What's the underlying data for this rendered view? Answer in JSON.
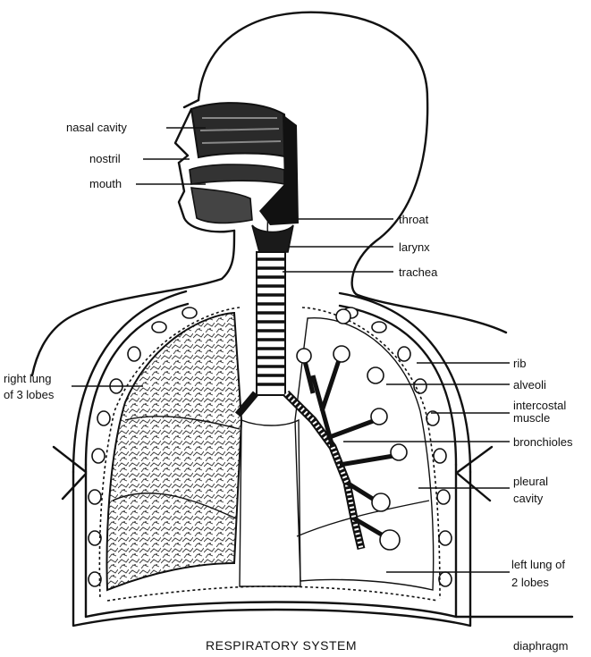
{
  "labels": {
    "nasal_cavity": "nasal cavity",
    "nostril": "nostril",
    "mouth": "mouth",
    "throat": "throat",
    "larynx": "larynx",
    "trachea": "trachea",
    "right_lung_line1": "right lung",
    "right_lung_line2": "of 3 lobes",
    "rib": "rib",
    "alveoli": "alveoli",
    "intercostal_line1": "intercostal",
    "intercostal_line2": "muscle",
    "bronchioles": "bronchioles",
    "pleural_line1": "pleural",
    "pleural_line2": "cavity",
    "left_lung_line1": "left lung of",
    "left_lung_line2": "2 lobes",
    "diaphragm": "diaphragm"
  },
  "caption": "RESPIRATORY SYSTEM",
  "colors": {
    "ink": "#111111",
    "background": "#ffffff"
  }
}
